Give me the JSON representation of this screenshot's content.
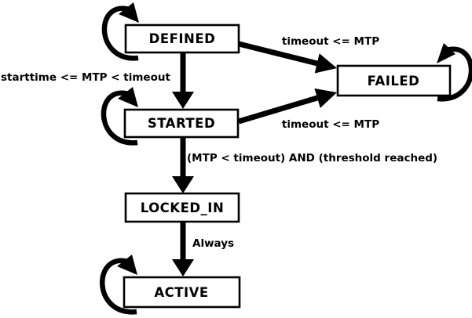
{
  "colors": {
    "background": "#ffffff",
    "lines": "#000000",
    "state_fill": "#ffffff",
    "text": "#000000"
  },
  "states": {
    "defined": {
      "label": "DEFINED",
      "self_loop": true
    },
    "started": {
      "label": "STARTED",
      "self_loop": true
    },
    "failed": {
      "label": "FAILED",
      "self_loop": true
    },
    "locked_in": {
      "label": "LOCKED_IN",
      "self_loop": false
    },
    "active": {
      "label": "ACTIVE",
      "self_loop": true
    }
  },
  "transitions": {
    "defined_to_started": {
      "from": "DEFINED",
      "to": "STARTED",
      "label": "starttime <= MTP < timeout"
    },
    "defined_to_failed": {
      "from": "DEFINED",
      "to": "FAILED",
      "label": "timeout <= MTP"
    },
    "started_to_failed": {
      "from": "STARTED",
      "to": "FAILED",
      "label": "timeout <= MTP"
    },
    "started_to_locked_in": {
      "from": "STARTED",
      "to": "LOCKED_IN",
      "label": "(MTP < timeout) AND (threshold reached)"
    },
    "locked_in_to_active": {
      "from": "LOCKED_IN",
      "to": "ACTIVE",
      "label": "Always"
    }
  }
}
